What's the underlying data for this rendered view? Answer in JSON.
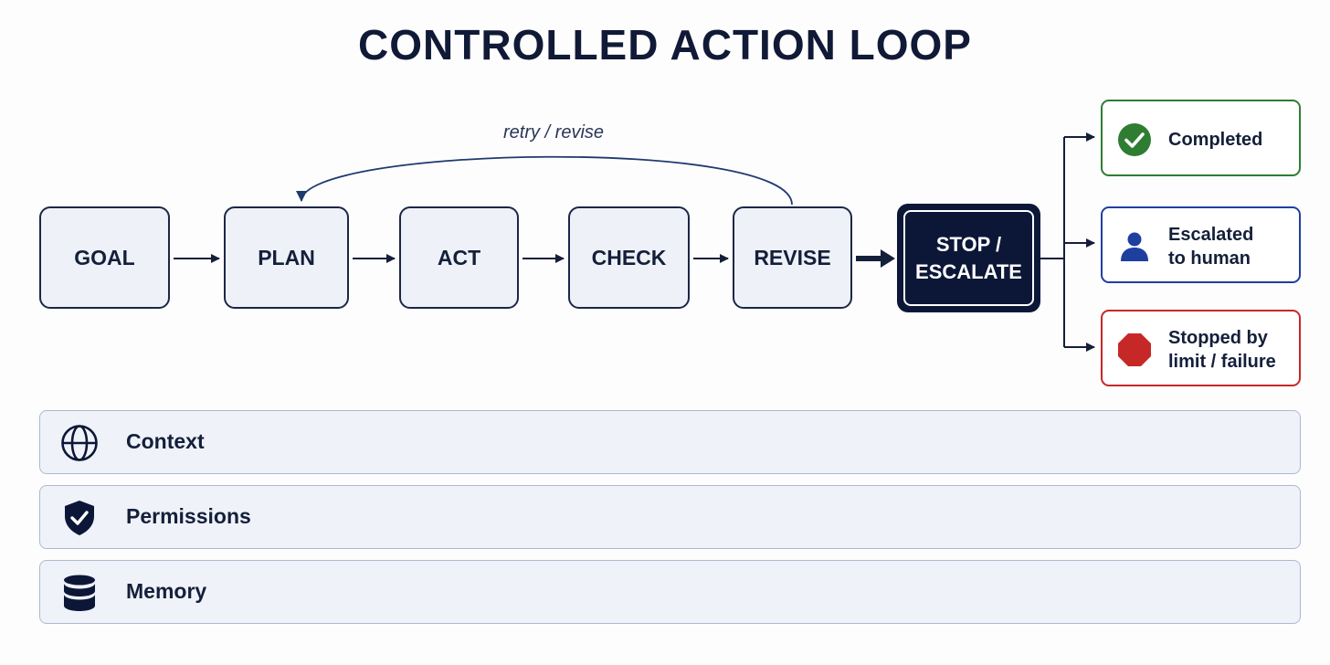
{
  "title": "CONTROLLED ACTION LOOP",
  "loop": {
    "stages": [
      "GOAL",
      "PLAN",
      "ACT",
      "CHECK",
      "REVISE"
    ],
    "retry_label": "retry / revise",
    "terminal": {
      "line1": "STOP /",
      "line2": "ESCALATE"
    }
  },
  "outcomes": [
    {
      "line1": "Completed",
      "line2": "",
      "icon": "check-circle-icon",
      "color": "#2e7d32"
    },
    {
      "line1": "Escalated",
      "line2": "to human",
      "icon": "person-icon",
      "color": "#1f3fa0"
    },
    {
      "line1": "Stopped by",
      "line2": "limit / failure",
      "icon": "stop-octagon-icon",
      "color": "#c62828"
    }
  ],
  "layers": [
    {
      "label": "Context",
      "icon": "globe-icon"
    },
    {
      "label": "Permissions",
      "icon": "shield-check-icon"
    },
    {
      "label": "Memory",
      "icon": "database-icon"
    }
  ],
  "colors": {
    "navy": "#0c1738",
    "box_fill": "#eef1f7",
    "band_border": "#aeb9cf"
  }
}
